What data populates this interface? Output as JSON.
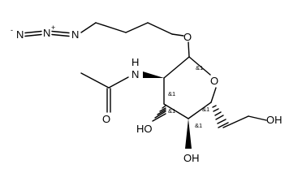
{
  "molecule": {
    "azide": {
      "n1": "N",
      "n2": "N",
      "n3": "N",
      "plus": "+",
      "minus": "-"
    },
    "atoms": {
      "o_ether": "O",
      "o_ring": "O",
      "n_amide": "N",
      "h_amide": "H",
      "o_carbonyl": "O",
      "oh_c6": "OH",
      "ho_c3": "HO",
      "oh_c4": "OH"
    },
    "stereo": {
      "c1": "&1",
      "c2": "&1",
      "c3": "&1",
      "c4": "&1",
      "c5": "&1"
    }
  }
}
